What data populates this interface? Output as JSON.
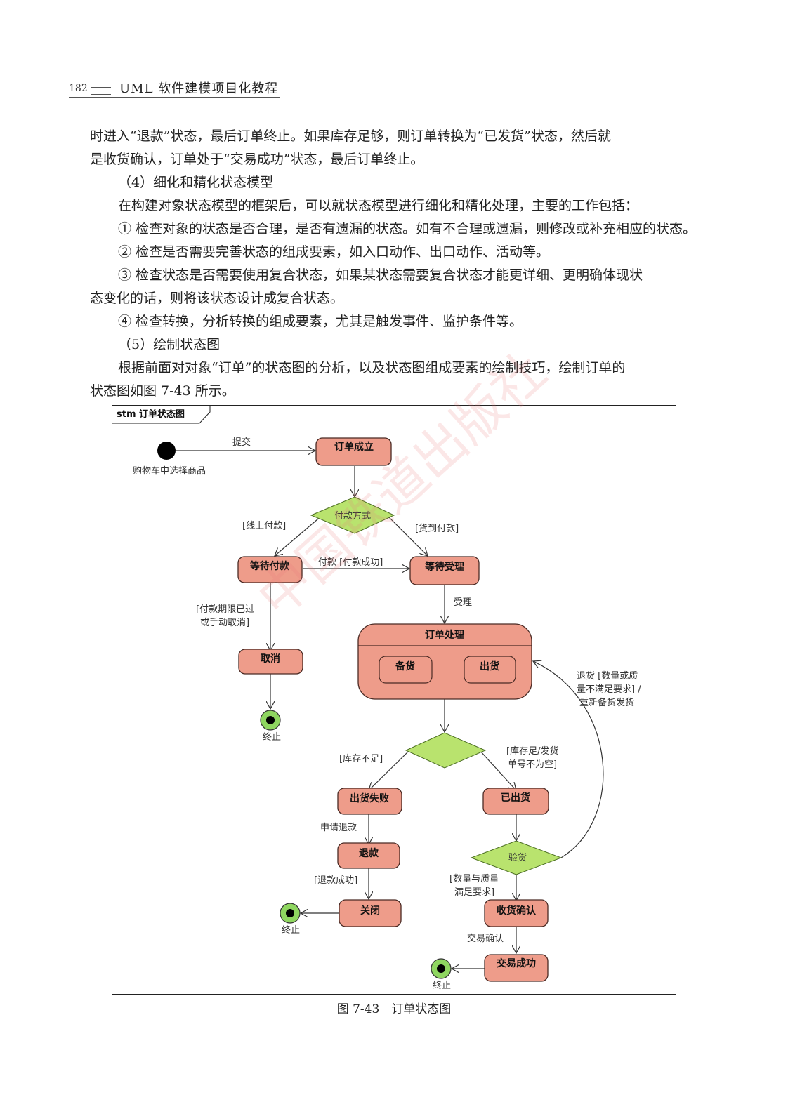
{
  "header": {
    "page_number": "182",
    "book_title": "UML 软件建模项目化教程"
  },
  "body": {
    "lines": [
      "时进入“退款”状态，最后订单终止。如果库存足够，则订单转换为“已发货”状态，然后就",
      "是收货确认，订单处于“交易成功”状态，最后订单终止。",
      "（4）细化和精化状态模型",
      "在构建对象状态模型的框架后，可以就状态模型进行细化和精化处理，主要的工作包括：",
      "① 检查对象的状态是否合理，是否有遗漏的状态。如有不合理或遗漏，则修改或补充相应的状态。",
      "② 检查是否需要完善状态的组成要素，如入口动作、出口动作、活动等。",
      "③ 检查状态是否需要使用复合状态，如果某状态需要复合状态才能更详细、更明确体现状",
      "态变化的话，则将该状态设计成复合状态。",
      "④ 检查转换，分析转换的组成要素，尤其是触发事件、监护条件等。",
      "（5）绘制状态图",
      "根据前面对对象“订单”的状态图的分析，以及状态图组成要素的绘制技巧，绘制订单的",
      "状态图如图 7-43 所示。"
    ]
  },
  "diagram": {
    "frame_label": "stm 订单状态图",
    "initial_label": "购物车中选择商品",
    "states": {
      "created": "订单成立",
      "await_pay": "等待付款",
      "await_accept": "等待受理",
      "cancel": "取消",
      "processing": "订单处理",
      "prepare": "备货",
      "ship": "出货",
      "ship_fail": "出货失败",
      "refund": "退款",
      "close": "关闭",
      "shipped": "已出货",
      "received": "收货确认",
      "success": "交易成功"
    },
    "decisions": {
      "pay_method": "付款方式",
      "inspect": "验货"
    },
    "transitions": {
      "submit": "提交",
      "online_pay": "[线上付款]",
      "cod": "[货到付款]",
      "pay_success": "付款 [付款成功]",
      "accept": "受理",
      "pay_expired_1": "[付款期限已过",
      "pay_expired_2": "或手动取消]",
      "no_stock": "[库存不足]",
      "stock_ok_1": "[库存足/发货",
      "stock_ok_2": "单号不为空]",
      "apply_refund": "申请退款",
      "refund_ok": "[退款成功]",
      "qty_ok_1": "[数量与质量",
      "qty_ok_2": "满足要求]",
      "confirm": "交易确认",
      "return_1": "退货 [数量或质",
      "return_2": "量不满足要求] /",
      "return_3": "重新备货发货"
    },
    "final_label": "终止"
  },
  "caption": "图 7-43　订单状态图",
  "watermark": "中国铁道出版社",
  "colors": {
    "state_fill": "#ee9c8a",
    "state_stroke": "#4a2a24",
    "decision_fill": "#b9e36e",
    "final_fill": "#8fd660"
  }
}
